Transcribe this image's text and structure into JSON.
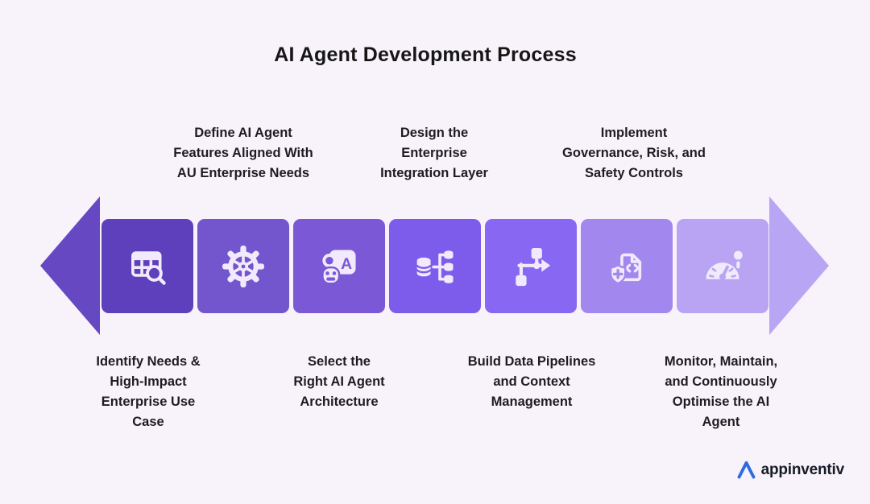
{
  "title": "AI Agent Development Process",
  "colors": {
    "background": "#f8f2fb",
    "text": "#1d1d1f",
    "icon": "#f0eafc",
    "arrow_left": "#6648c2",
    "arrow_right": "#b8a6f5",
    "logo_blue": "#2e6ce4"
  },
  "arrow": {
    "left_color": "#6648c2",
    "right_color": "#b8a6f5"
  },
  "steps": [
    {
      "order": 1,
      "icon": "table-search-icon",
      "color": "#5f40bc",
      "label": "Identify Needs & High-Impact Enterprise Use Case",
      "label_position": "bottom"
    },
    {
      "order": 2,
      "icon": "gear-icon",
      "color": "#7355cd",
      "label": "Define AI Agent Features Aligned With AU Enterprise Needs",
      "label_position": "top"
    },
    {
      "order": 3,
      "icon": "ai-agent-card-icon",
      "color": "#7a58d6",
      "label": "Select the Right AI Agent Architecture",
      "label_position": "bottom"
    },
    {
      "order": 4,
      "icon": "data-integration-icon",
      "color": "#7e5ceb",
      "label": "Design the Enterprise Integration Layer",
      "label_position": "top"
    },
    {
      "order": 5,
      "icon": "workflow-icon",
      "color": "#8868f2",
      "label": "Build Data Pipelines and Context Management",
      "label_position": "bottom"
    },
    {
      "order": 6,
      "icon": "shield-code-icon",
      "color": "#a287ef",
      "label": "Implement Governance, Risk, and Safety Controls",
      "label_position": "top"
    },
    {
      "order": 7,
      "icon": "gauge-icon",
      "color": "#b8a4f2",
      "label": "Monitor, Maintain, and Continuously Optimise the AI Agent",
      "label_position": "bottom"
    }
  ],
  "top_labels": [
    {
      "lines": [
        "Define AI Agent",
        "Features Aligned With",
        "AU Enterprise Needs"
      ]
    },
    {
      "lines": [
        "Design the",
        "Enterprise",
        "Integration Layer"
      ]
    },
    {
      "lines": [
        "Implement",
        "Governance, Risk, and",
        "Safety Controls"
      ]
    }
  ],
  "bottom_labels": [
    {
      "lines": [
        "Identify Needs &",
        "High-Impact",
        "Enterprise Use",
        "Case"
      ]
    },
    {
      "lines": [
        "Select the",
        "Right AI Agent",
        "Architecture"
      ]
    },
    {
      "lines": [
        "Build Data Pipelines",
        "and Context",
        "Management"
      ]
    },
    {
      "lines": [
        "Monitor, Maintain,",
        "and Continuously",
        "Optimise the AI",
        "Agent"
      ]
    }
  ],
  "footer": {
    "brand": "appinventiv"
  }
}
